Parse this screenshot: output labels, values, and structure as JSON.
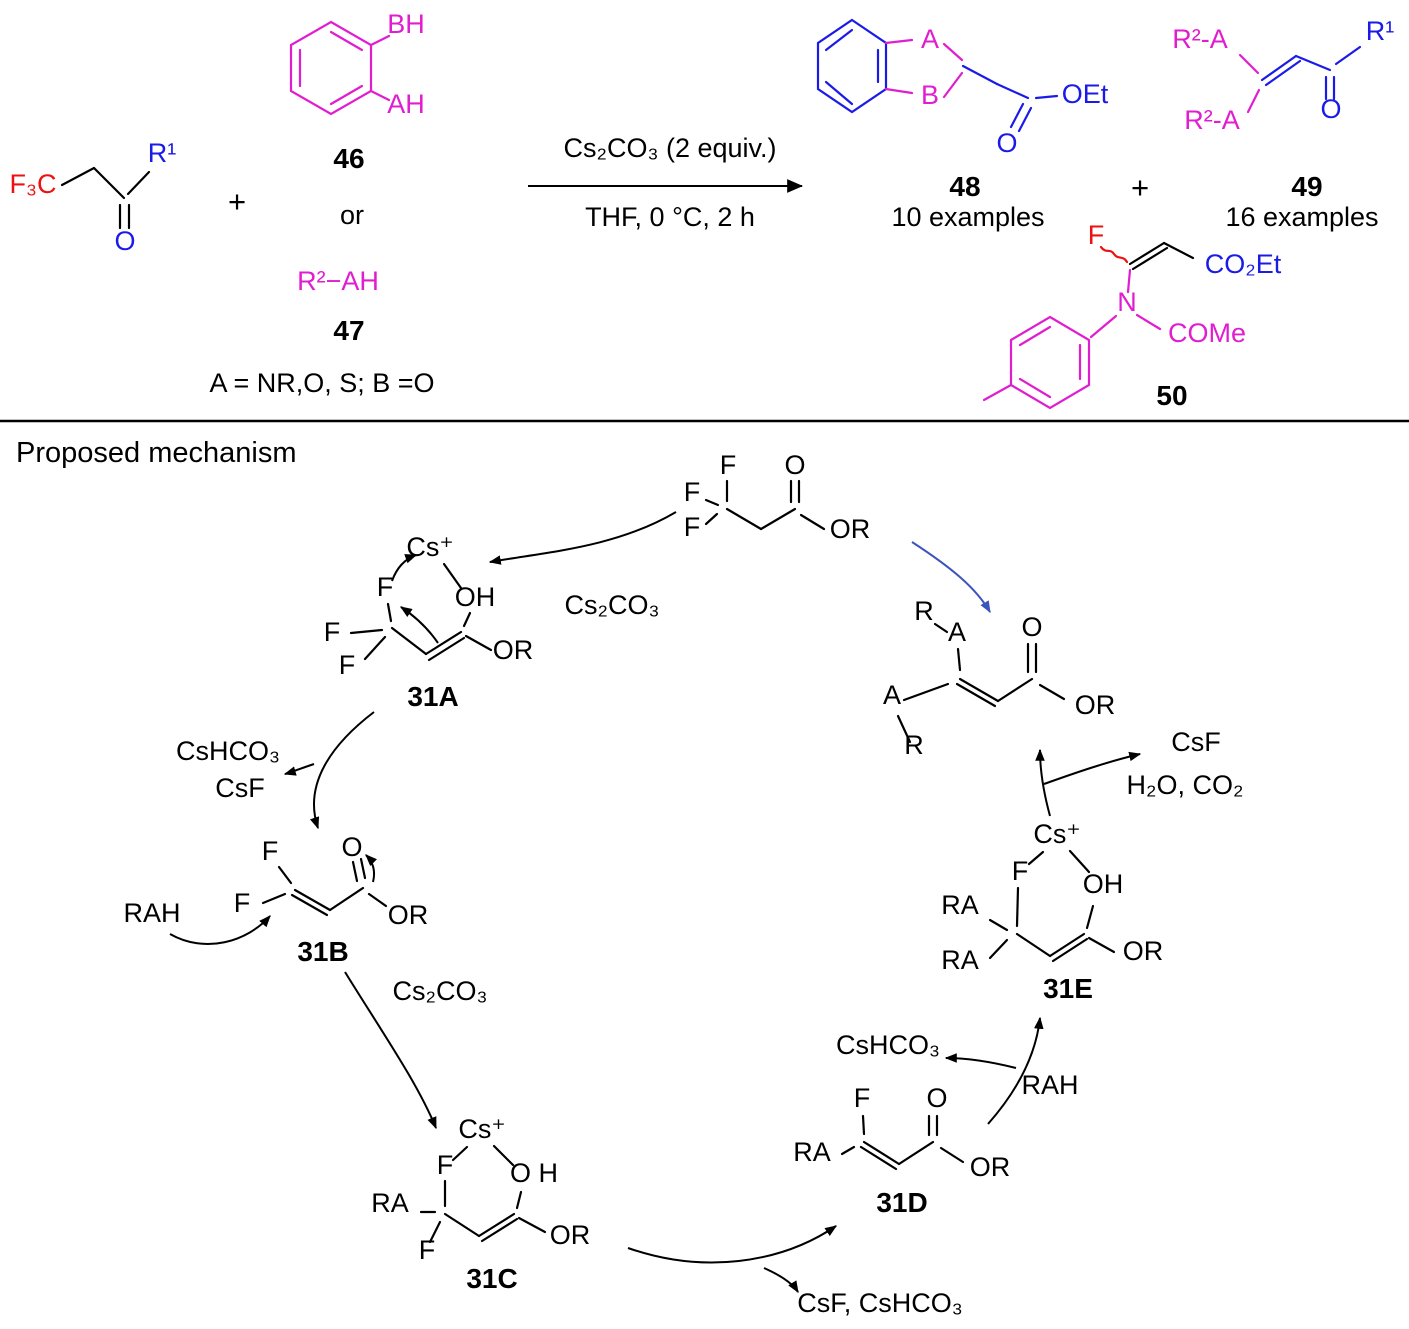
{
  "colors": {
    "red": "#ee1111",
    "blue": "#1b1be8",
    "magenta": "#e01ed0",
    "arrowblue": "#3c55bb"
  },
  "scheme": {
    "reactant": {
      "f3c": "F₃C",
      "r1": "R¹",
      "o": "O"
    },
    "plus_left": "+",
    "cpd46": {
      "bh": "BH",
      "ah": "AH",
      "num": "46"
    },
    "or_text": "or",
    "cpd47": {
      "formula": "R²−AH",
      "num": "47"
    },
    "ab_definition": "A = NR,O, S; B =O",
    "arrow": {
      "above": "Cs₂CO₃ (2 equiv.)",
      "below": "THF, 0 °C, 2 h"
    },
    "cpd48": {
      "a": "A",
      "b": "B",
      "oet": "OEt",
      "o": "O",
      "num": "48",
      "examples": "10 examples"
    },
    "plus_right": "+",
    "cpd49": {
      "ra_top": "R²-A",
      "ra_bot": "R²-A",
      "o": "O",
      "r1": "R¹",
      "num": "49",
      "examples": "16 examples"
    },
    "cpd50": {
      "f": "F",
      "co2et": "CO₂Et",
      "n": "N",
      "come": "COMe",
      "num": "50"
    }
  },
  "mechanism": {
    "heading": "Proposed mechanism",
    "ester": {
      "f1": "F",
      "f2": "F",
      "f3": "F",
      "o": "O",
      "or": "OR"
    },
    "cs2co3_top": "Cs₂CO₃",
    "i31a": {
      "cs": "Cs⁺",
      "f1": "F",
      "oh": "OH",
      "f2": "F",
      "f3": "F",
      "or": "OR",
      "num": "31A"
    },
    "byproduct1": {
      "line1": "CsHCO₃",
      "line2": "CsF"
    },
    "rah_left": "RAH",
    "i31b": {
      "f1": "F",
      "o": "O",
      "f2": "F",
      "or": "OR",
      "num": "31B"
    },
    "cs2co3_mid": "Cs₂CO₃",
    "i31c": {
      "cs": "Cs⁺",
      "f1": "F",
      "oh": "O H",
      "ra": "RA",
      "f2": "F",
      "or": "OR",
      "num": "31C"
    },
    "byproduct2": "CsF, CsHCO₃",
    "i31d": {
      "f": "F",
      "o": "O",
      "ra": "RA",
      "or": "OR",
      "num": "31D"
    },
    "cshco3_right": "CsHCO₃",
    "rah_right": "RAH",
    "i31e": {
      "cs": "Cs⁺",
      "f": "F",
      "oh": "OH",
      "ra1": "RA",
      "ra2": "RA",
      "or": "OR",
      "num": "31E"
    },
    "byproduct3": {
      "line1": "CsF",
      "line2": "H₂O, CO₂"
    },
    "product": {
      "r_top": "R",
      "a_top": "A",
      "o": "O",
      "a_left": "A",
      "r_bot": "R",
      "or": "OR"
    }
  }
}
